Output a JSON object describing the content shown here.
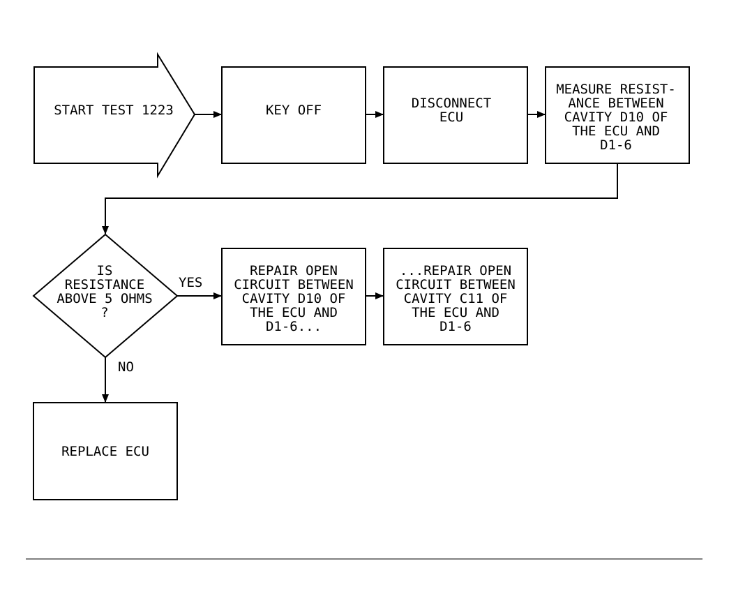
{
  "diagram": {
    "nodes": {
      "start": {
        "lines": [
          "START TEST 1223"
        ]
      },
      "key_off": {
        "lines": [
          "KEY OFF"
        ]
      },
      "disconnect": {
        "lines": [
          "DISCONNECT",
          "ECU"
        ]
      },
      "measure": {
        "lines": [
          "MEASURE RESIST-",
          "ANCE BETWEEN",
          "CAVITY D10 OF",
          "THE ECU AND",
          "D1-6"
        ]
      },
      "decision": {
        "lines": [
          "IS",
          "RESISTANCE",
          "ABOVE 5 OHMS",
          "?"
        ]
      },
      "repair_d10": {
        "lines": [
          "REPAIR OPEN",
          "CIRCUIT BETWEEN",
          "CAVITY D10 OF",
          "THE ECU AND",
          "D1-6..."
        ]
      },
      "repair_c11": {
        "lines": [
          "...REPAIR OPEN",
          "CIRCUIT BETWEEN",
          "CAVITY C11 OF",
          "THE ECU AND",
          "D1-6"
        ]
      },
      "replace": {
        "lines": [
          "REPLACE ECU"
        ]
      }
    },
    "branches": {
      "yes": "YES",
      "no": "NO"
    },
    "line_color": "#000000",
    "background_color": "#ffffff"
  }
}
